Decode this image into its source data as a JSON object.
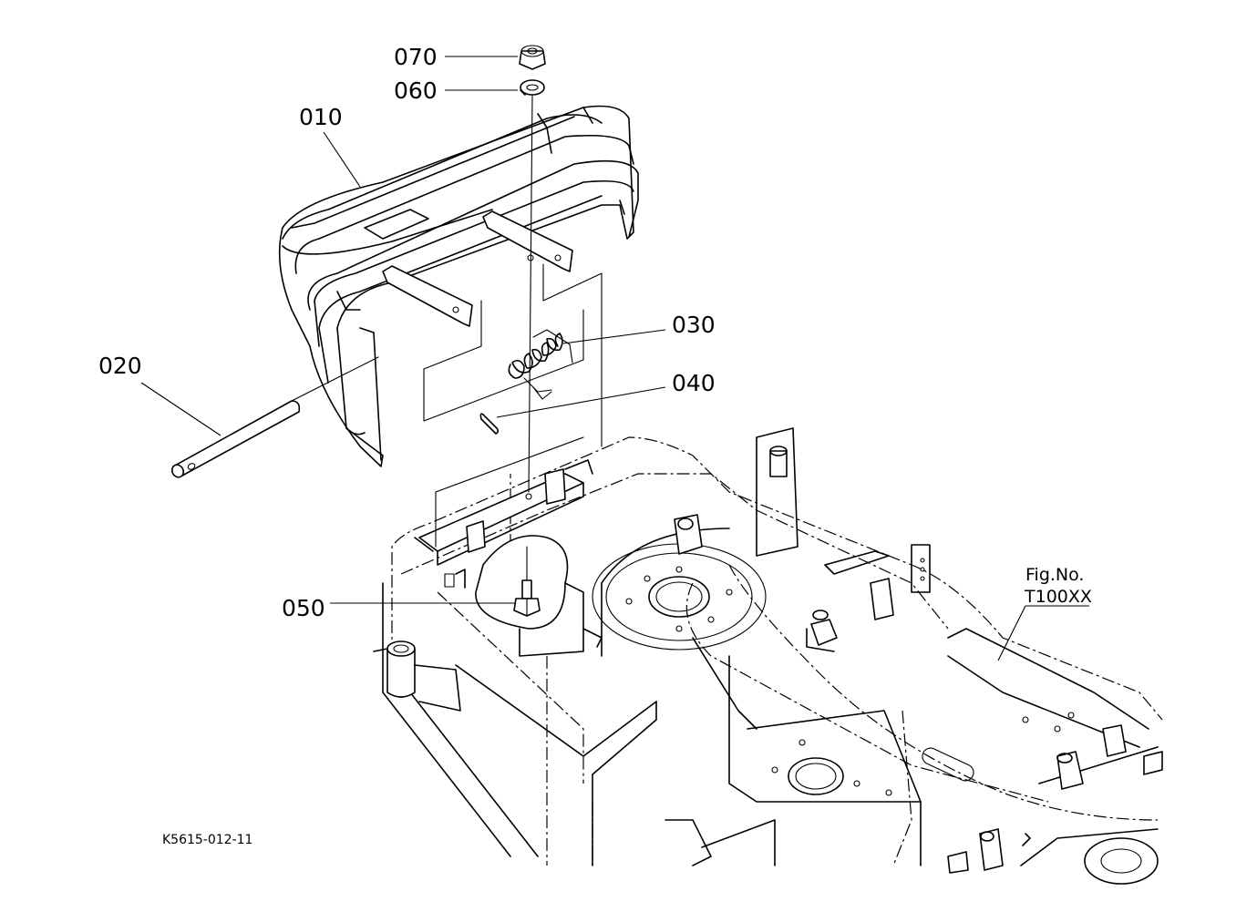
{
  "callouts": {
    "part_010": "010",
    "part_020": "020",
    "part_030": "030",
    "part_040": "040",
    "part_050": "050",
    "part_060": "060",
    "part_070": "070"
  },
  "figure": {
    "label": "Fig.No.",
    "number": "T100XX"
  },
  "drawing_code": "K5615-012-11"
}
